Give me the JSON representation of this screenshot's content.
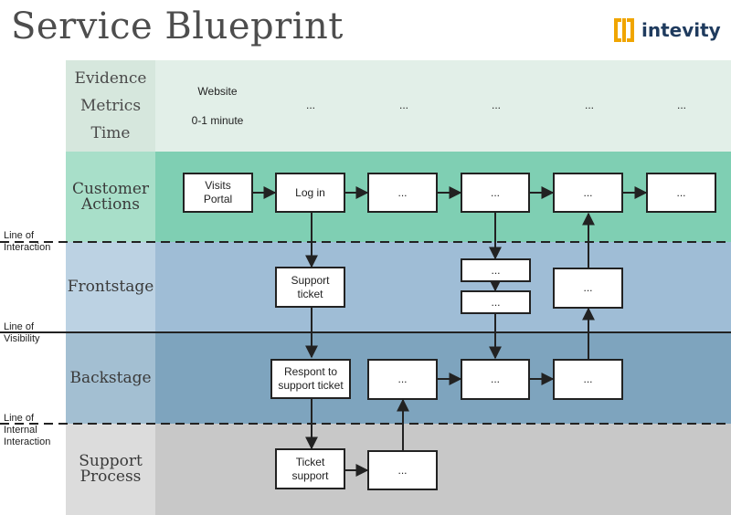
{
  "title": "Service Blueprint",
  "brand": {
    "name": "intevity",
    "mark_color": "#f0a500",
    "text_color": "#1f3b5e"
  },
  "colors": {
    "evidence_bg": "#e2efe8",
    "evidence_label_bg": "#d6e7dd",
    "customer_bg": "#7fcfb3",
    "customer_label_bg": "#a8dfc9",
    "frontstage_bg": "#9fbdd6",
    "frontstage_label_bg": "#bcd2e3",
    "backstage_bg": "#7ea4be",
    "backstage_label_bg": "#a3bfd2",
    "support_bg": "#c8c8c8",
    "support_label_bg": "#dcdcdc"
  },
  "evidence_header": {
    "evidence": "Evidence",
    "metrics": "Metrics",
    "time": "Time"
  },
  "evidence_row": {
    "evidence_first": "Website",
    "time_first": "0-1 minute",
    "placeholders": [
      "...",
      "...",
      "...",
      "...",
      "..."
    ]
  },
  "lanes": {
    "customer": [
      "Customer",
      "Actions"
    ],
    "frontstage": "Frontstage",
    "backstage": "Backstage",
    "support": [
      "Support",
      "Process"
    ]
  },
  "separator_lines": {
    "interaction": [
      "Line of",
      "Interaction"
    ],
    "visibility": [
      "Line of",
      "Visibility"
    ],
    "internal": [
      "Line of",
      "Internal",
      "Interaction"
    ]
  },
  "boxes": {
    "visits_portal": "Visits\nPortal",
    "log_in": "Log in",
    "ca_3": "...",
    "ca_4": "...",
    "ca_5": "...",
    "ca_6": "...",
    "support_ticket_front": "Support\nticket",
    "fs_stack_top": "...",
    "fs_stack_bottom": "...",
    "fs_right": "...",
    "respond_ticket": "Respont to\nsupport ticket",
    "bs_3": "...",
    "bs_4": "...",
    "bs_5": "...",
    "ticket_support": "Ticket\nsupport",
    "sp_2": "..."
  }
}
